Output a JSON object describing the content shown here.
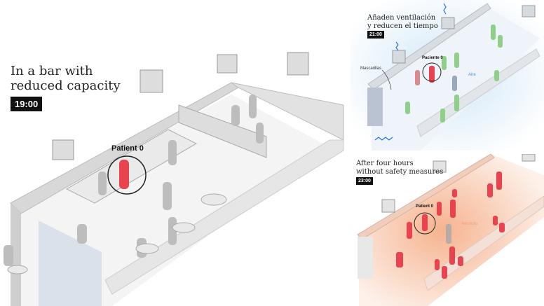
{
  "main": {
    "title_line1": "In a bar with",
    "title_line2": "reduced capacity",
    "time": "19:00",
    "patient_label": "Patient 0"
  },
  "ventilation": {
    "title_line1": "Añaden ventilación",
    "title_line2": "y reducen el tiempo",
    "time": "21:00",
    "patient_label": "Paciente 0",
    "masks_label": "Mascarillas",
    "air_label": "Aire",
    "air_color": "#4a90d9",
    "healthy_color": "#8fcf8a"
  },
  "after": {
    "title_line1": "After four hours",
    "title_line2": "without safety measures",
    "time": "23:00",
    "patient_label": "Patient 0",
    "aerosols_label": "Aerosols",
    "infected_color": "#e8434f",
    "aerosol_color": "#f0a070"
  }
}
